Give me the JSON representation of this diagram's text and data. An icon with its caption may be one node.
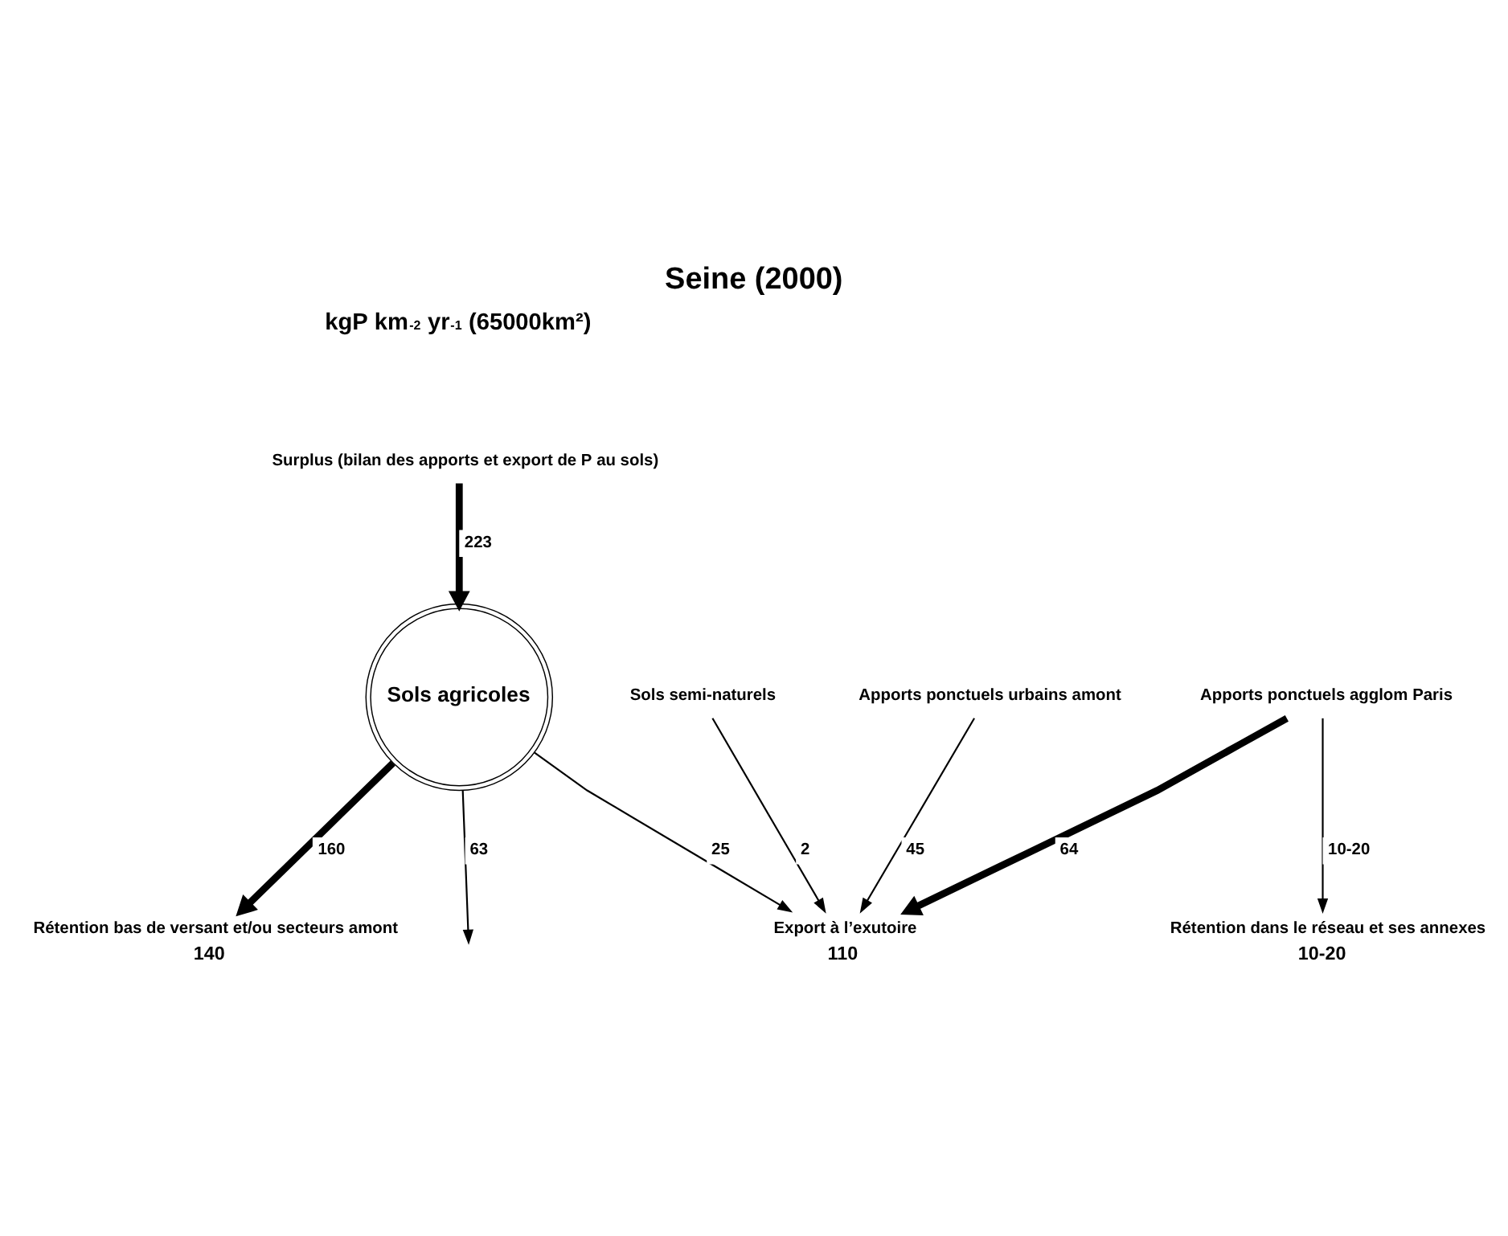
{
  "diagram": {
    "title": "Seine (2000)",
    "nodes": [
      {
        "text": [
          "Surplus (bilan des apports et export de P au sols)"
        ]
      },
      {
        "text": [
          "Sols agricoles"
        ]
      },
      {
        "text": [
          "Sols semi-naturels"
        ]
      },
      {
        "text": [
          "Apports ponctuels urbains amont"
        ]
      },
      {
        "text": [
          "Apports ponctuels agglom Paris"
        ]
      },
      {
        "text": [
          "Export à l’exutoire"
        ],
        "beside": [
          "110"
        ]
      },
      {
        "text": [
          "Rétention bas de versant et/ou secteurs amont"
        ],
        "beside": [
          "140"
        ]
      },
      {
        "text": [
          "Rétention dans le réseau et ses annexes"
        ],
        "beside": [
          "10-20"
        ]
      }
    ],
    "edges": [
      {
        "from": 0,
        "to": 1,
        "arrow": "to",
        "label": "223",
        "style": "thick"
      },
      {
        "from": 1,
        "to": null,
        "arrow": "to",
        "label": "63"
      },
      {
        "from": 1,
        "to": 6,
        "arrow": "to",
        "label": "160",
        "style": "thick"
      },
      {
        "from": 2,
        "to": 5,
        "arrow": "to",
        "label": "2"
      },
      {
        "from": 1,
        "to": 5,
        "arrow": "to",
        "label": "25"
      },
      {
        "from": 3,
        "to": 5,
        "arrow": "to",
        "label": "45"
      },
      {
        "from": 4,
        "to": 5,
        "arrow": "to",
        "label": "64",
        "style": "thick"
      },
      {
        "from": 4,
        "to": 7,
        "arrow": "to",
        "label": "10-20"
      }
    ],
    "labels": [
      "kgP km$^{-2}$ yr$^{-1}$ (65000km²)"
    ]
  }
}
